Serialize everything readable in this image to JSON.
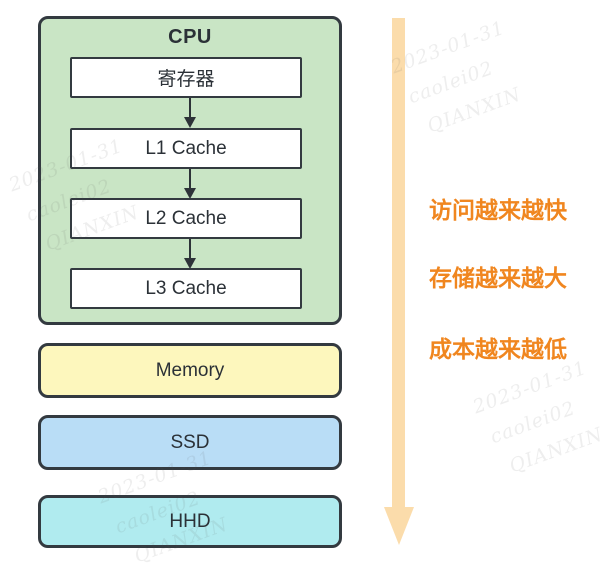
{
  "diagram": {
    "cpu": {
      "title": "CPU",
      "levels": [
        {
          "label": "寄存器"
        },
        {
          "label": "L1 Cache"
        },
        {
          "label": "L2 Cache"
        },
        {
          "label": "L3 Cache"
        }
      ]
    },
    "tiers": [
      {
        "label": "Memory",
        "color": "#fdf7bd"
      },
      {
        "label": "SSD",
        "color": "#b9ddf6"
      },
      {
        "label": "HHD",
        "color": "#b0ebef"
      }
    ],
    "annotations": [
      {
        "text": "访问越来越快"
      },
      {
        "text": "存储越来越大"
      },
      {
        "text": "成本越来越低"
      }
    ],
    "colors": {
      "cpu_fill": "#c9e5c5",
      "box_border": "#333a40",
      "inner_box_fill": "#ffffff",
      "memory_fill": "#fdf7bd",
      "ssd_fill": "#b9ddf6",
      "hhd_fill": "#b0ebef",
      "big_arrow_fill": "#fbdcab",
      "annotation_text": "#f0861f",
      "label_text": "#2b3137"
    },
    "watermark": {
      "line1": "2023-01-31",
      "line2": "caolei02",
      "line3": "QIANXIN"
    }
  }
}
